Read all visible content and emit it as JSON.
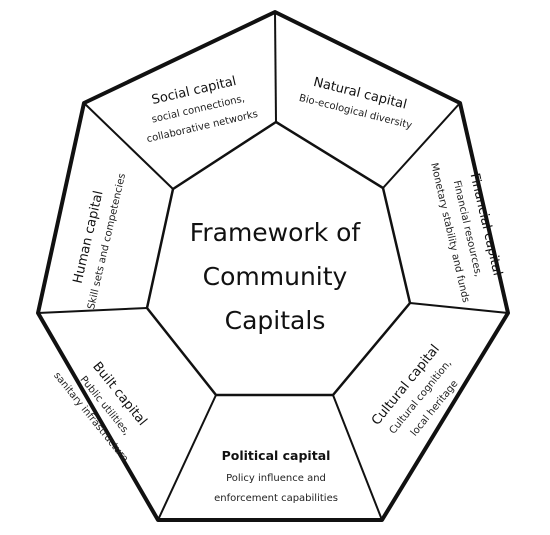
{
  "center": {
    "lines": [
      "Framework of",
      "Community",
      "Capitals"
    ]
  },
  "segments": [
    {
      "id": "social",
      "title": "Social capital",
      "bold": false,
      "desc": [
        "social connections,",
        "collaborative networks"
      ]
    },
    {
      "id": "natural",
      "title": "Natural capital",
      "bold": false,
      "desc": [
        "Bio-ecological diversity"
      ]
    },
    {
      "id": "financial",
      "title": "Financial capital",
      "bold": false,
      "desc": [
        "Financial resources,",
        "Monetary stability and funds"
      ]
    },
    {
      "id": "cultural",
      "title": "Cultural capital",
      "bold": false,
      "desc": [
        "Cultural cognition,",
        "local heritage"
      ]
    },
    {
      "id": "political",
      "title": "Political capital",
      "bold": true,
      "desc": [
        "Policy influence and",
        "enforcement capabilities"
      ]
    },
    {
      "id": "built",
      "title": "Built capital",
      "bold": false,
      "desc": [
        "Public utilities,",
        "sanitary infrastructure"
      ]
    },
    {
      "id": "human",
      "title": "Human capital",
      "bold": false,
      "desc": [
        "Skill sets and competencies"
      ]
    }
  ]
}
